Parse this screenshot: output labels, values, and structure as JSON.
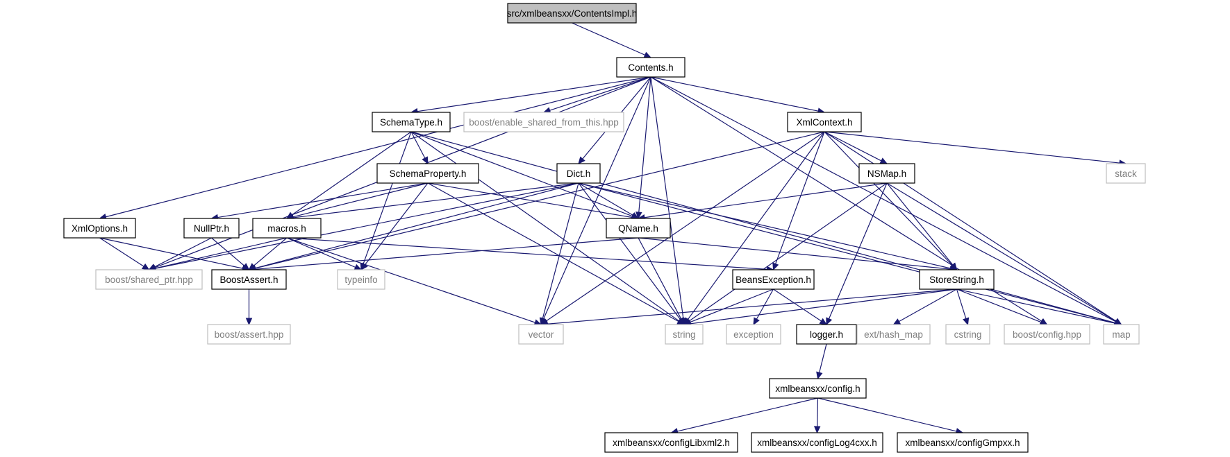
{
  "nodes": {
    "contentsimpl": "src/xmlbeansxx/ContentsImpl.h",
    "contents": "Contents.h",
    "schematype": "SchemaType.h",
    "enable_shared": "boost/enable_shared_from_this.hpp",
    "xmlcontext": "XmlContext.h",
    "schemaproperty": "SchemaProperty.h",
    "dict": "Dict.h",
    "nsmap": "NSMap.h",
    "stack": "stack",
    "xmloptions": "XmlOptions.h",
    "nullptr": "NullPtr.h",
    "macros": "macros.h",
    "qname": "QName.h",
    "shared_ptr": "boost/shared_ptr.hpp",
    "boostassert": "BoostAssert.h",
    "typeinfo": "typeinfo",
    "beansexception": "BeansException.h",
    "storestring": "StoreString.h",
    "assert_hpp": "boost/assert.hpp",
    "vector": "vector",
    "string": "string",
    "exception": "exception",
    "logger": "logger.h",
    "hash_map": "ext/hash_map",
    "cstring": "cstring",
    "config_hpp": "boost/config.hpp",
    "map": "map",
    "xconfig": "xmlbeansxx/config.h",
    "libxml2": "xmlbeansxx/configLibxml2.h",
    "log4cxx": "xmlbeansxx/configLog4cxx.h",
    "gmpxx": "xmlbeansxx/configGmpxx.h"
  },
  "edges": [
    [
      "contentsimpl",
      "contents"
    ],
    [
      "contents",
      "schematype"
    ],
    [
      "contents",
      "enable_shared"
    ],
    [
      "contents",
      "xmlcontext"
    ],
    [
      "contents",
      "dict"
    ],
    [
      "contents",
      "qname"
    ],
    [
      "contents",
      "string"
    ],
    [
      "contents",
      "xmloptions"
    ],
    [
      "contents",
      "shared_ptr"
    ],
    [
      "contents",
      "vector"
    ],
    [
      "contents",
      "config_hpp"
    ],
    [
      "contents",
      "map"
    ],
    [
      "schematype",
      "schemaproperty"
    ],
    [
      "schematype",
      "macros"
    ],
    [
      "schematype",
      "typeinfo"
    ],
    [
      "schematype",
      "qname"
    ],
    [
      "schematype",
      "string"
    ],
    [
      "schematype",
      "map"
    ],
    [
      "xmlcontext",
      "nsmap"
    ],
    [
      "xmlcontext",
      "storestring"
    ],
    [
      "xmlcontext",
      "beansexception"
    ],
    [
      "xmlcontext",
      "string"
    ],
    [
      "xmlcontext",
      "vector"
    ],
    [
      "xmlcontext",
      "stack"
    ],
    [
      "xmlcontext",
      "map"
    ],
    [
      "xmlcontext",
      "boostassert"
    ],
    [
      "schemaproperty",
      "nullptr"
    ],
    [
      "schemaproperty",
      "macros"
    ],
    [
      "schemaproperty",
      "qname"
    ],
    [
      "schemaproperty",
      "typeinfo"
    ],
    [
      "schemaproperty",
      "string"
    ],
    [
      "dict",
      "qname"
    ],
    [
      "dict",
      "macros"
    ],
    [
      "dict",
      "shared_ptr"
    ],
    [
      "dict",
      "boostassert"
    ],
    [
      "dict",
      "vector"
    ],
    [
      "dict",
      "string"
    ],
    [
      "dict",
      "storestring"
    ],
    [
      "dict",
      "map"
    ],
    [
      "nsmap",
      "qname"
    ],
    [
      "nsmap",
      "storestring"
    ],
    [
      "nsmap",
      "map"
    ],
    [
      "nsmap",
      "logger"
    ],
    [
      "nsmap",
      "string"
    ],
    [
      "xmloptions",
      "shared_ptr"
    ],
    [
      "xmloptions",
      "boostassert"
    ],
    [
      "nullptr",
      "shared_ptr"
    ],
    [
      "nullptr",
      "boostassert"
    ],
    [
      "macros",
      "boostassert"
    ],
    [
      "macros",
      "typeinfo"
    ],
    [
      "macros",
      "beansexception"
    ],
    [
      "macros",
      "vector"
    ],
    [
      "macros",
      "shared_ptr"
    ],
    [
      "qname",
      "boostassert"
    ],
    [
      "qname",
      "string"
    ],
    [
      "qname",
      "storestring"
    ],
    [
      "boostassert",
      "assert_hpp"
    ],
    [
      "beansexception",
      "string"
    ],
    [
      "beansexception",
      "exception"
    ],
    [
      "beansexception",
      "logger"
    ],
    [
      "storestring",
      "vector"
    ],
    [
      "storestring",
      "string"
    ],
    [
      "storestring",
      "hash_map"
    ],
    [
      "storestring",
      "cstring"
    ],
    [
      "storestring",
      "config_hpp"
    ],
    [
      "storestring",
      "map"
    ],
    [
      "logger",
      "xconfig"
    ],
    [
      "xconfig",
      "libxml2"
    ],
    [
      "xconfig",
      "log4cxx"
    ],
    [
      "xconfig",
      "gmpxx"
    ]
  ],
  "colors": {
    "edge": "#191970",
    "root_fill": "#bfbfbf",
    "external_border": "#bfbfbf",
    "external_text": "#7f7f7f"
  }
}
